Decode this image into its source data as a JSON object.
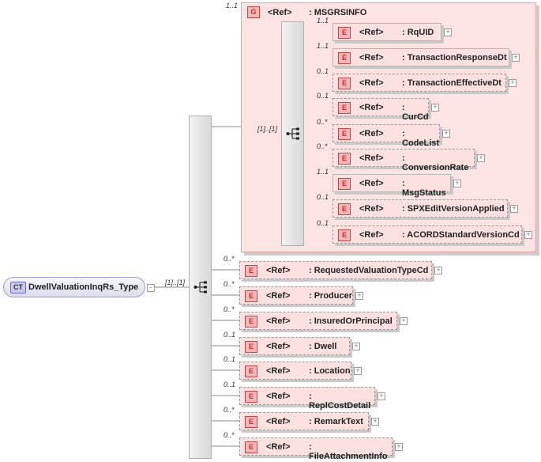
{
  "root": {
    "badge": "CT",
    "name": "DwellValuationInqRs_Type",
    "seq_card": "[1]..[1]",
    "toggle": "-"
  },
  "group": {
    "badge": "G",
    "ref": "<Ref>",
    "name": ": MSGRSINFO",
    "card": "1..1",
    "seq_card": "[1]..[1]"
  },
  "group_children": [
    {
      "badge": "E",
      "ref": "<Ref>",
      "name": ": RqUID",
      "card": "1..1",
      "optional": false
    },
    {
      "badge": "E",
      "ref": "<Ref>",
      "name": ": TransactionResponseDt",
      "card": "1..1",
      "optional": false
    },
    {
      "badge": "E",
      "ref": "<Ref>",
      "name": ": TransactionEffectiveDt",
      "card": "0..1",
      "optional": true
    },
    {
      "badge": "E",
      "ref": "<Ref>",
      "name": ": CurCd",
      "card": "0..1",
      "optional": true
    },
    {
      "badge": "E",
      "ref": "<Ref>",
      "name": ": CodeList",
      "card": "0..*",
      "optional": true
    },
    {
      "badge": "E",
      "ref": "<Ref>",
      "name": ": ConversionRate",
      "card": "0..*",
      "optional": true
    },
    {
      "badge": "E",
      "ref": "<Ref>",
      "name": ": MsgStatus",
      "card": "1..1",
      "optional": false
    },
    {
      "badge": "E",
      "ref": "<Ref>",
      "name": ": SPXEditVersionApplied",
      "card": "0..1",
      "optional": true
    },
    {
      "badge": "E",
      "ref": "<Ref>",
      "name": ": ACORDStandardVersionCd",
      "card": "0..1",
      "optional": true
    }
  ],
  "main_children": [
    {
      "badge": "E",
      "ref": "<Ref>",
      "name": ": RequestedValuationTypeCd",
      "card": "0..*",
      "optional": true
    },
    {
      "badge": "E",
      "ref": "<Ref>",
      "name": ": Producer",
      "card": "0..*",
      "optional": true
    },
    {
      "badge": "E",
      "ref": "<Ref>",
      "name": ": InsuredOrPrincipal",
      "card": "0..*",
      "optional": true
    },
    {
      "badge": "E",
      "ref": "<Ref>",
      "name": ": Dwell",
      "card": "0..1",
      "optional": true
    },
    {
      "badge": "E",
      "ref": "<Ref>",
      "name": ": Location",
      "card": "0..1",
      "optional": true
    },
    {
      "badge": "E",
      "ref": "<Ref>",
      "name": ": ReplCostDetail",
      "card": "0..1",
      "optional": true
    },
    {
      "badge": "E",
      "ref": "<Ref>",
      "name": ": RemarkText",
      "card": "0..*",
      "optional": true
    },
    {
      "badge": "E",
      "ref": "<Ref>",
      "name": ": FileAttachmentInfo",
      "card": "0..*",
      "optional": true
    }
  ],
  "expand_symbol": "+"
}
